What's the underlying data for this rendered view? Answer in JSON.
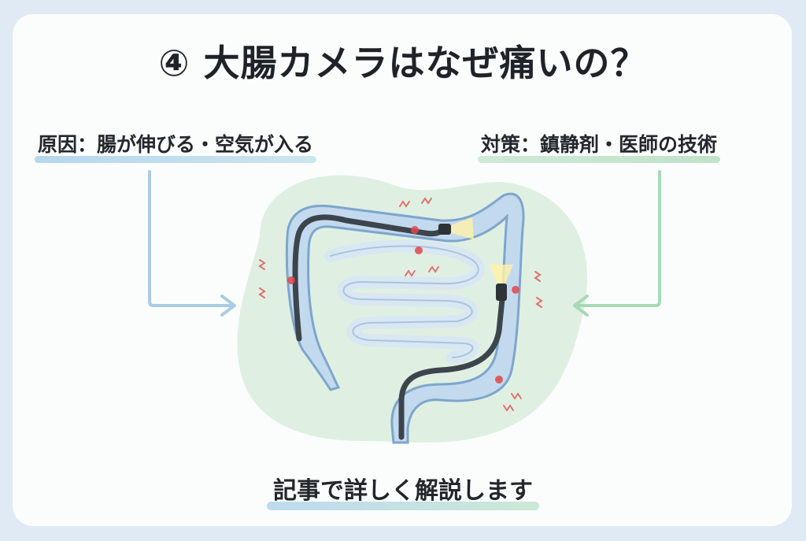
{
  "title": "④ 大腸カメラはなぜ痛いの？",
  "cause_label": "原因：腸が伸びる・空気が入る",
  "measure_label": "対策：鎮静剤・医師の技術",
  "footer_text": "記事で詳しく解説します",
  "colors": {
    "background": "#dfeaf4",
    "card": "#fbfdfd",
    "blob": "#dff0e2",
    "colon": "#c3d9ee",
    "colon_outline": "#7ea6cc",
    "scope": "#3c444c",
    "pain": "#e2474a",
    "arrow_left": "#a9cde4",
    "arrow_right": "#a8d9b6",
    "light": "#fff3a8"
  },
  "icons": {
    "arrow_left": "down-right-arrow",
    "arrow_right": "down-left-arrow",
    "pain": "pain-point",
    "scope": "endoscope-camera"
  }
}
